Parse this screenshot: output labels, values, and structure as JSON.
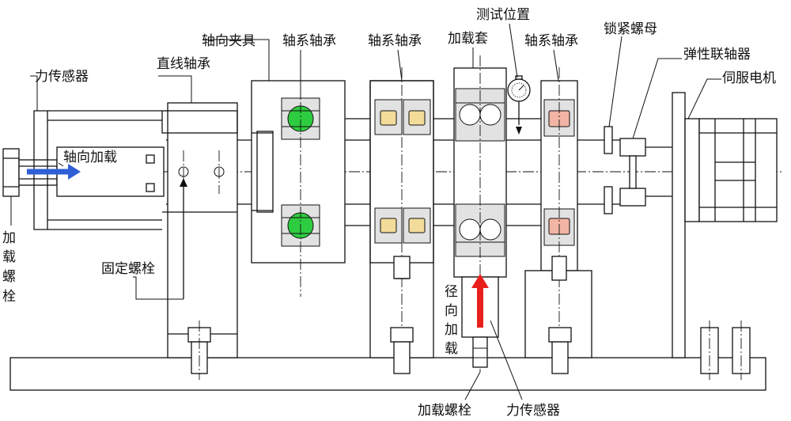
{
  "labels": {
    "force_sensor_top": "力传感器",
    "linear_bearing": "直线轴承",
    "axial_clamp": "轴向夹具",
    "bearing_a": "轴系轴承",
    "bearing_b": "轴系轴承",
    "loading_sleeve": "加载套",
    "test_position": "测试位置",
    "bearing_c": "轴系轴承",
    "lock_nut": "锁紧螺母",
    "elastic_coupling": "弹性联轴器",
    "servo_motor": "伺服电机",
    "axial_loading": "轴向加载",
    "fixing_bolt": "固定螺栓",
    "loading_bolt_vertical": [
      "加",
      "载",
      "螺",
      "栓"
    ],
    "radial_loading": [
      "径",
      "向",
      "加",
      "载"
    ],
    "loading_bolt_bottom": "加载螺栓",
    "force_sensor_bottom": "力传感器"
  },
  "colors": {
    "axial_arrow": "#2f5fd6",
    "radial_arrow": "#e8201c",
    "ball_green": "#2ecc40",
    "roller_yellow": "#f3dc9a",
    "roller_pink": "#f2b4a4",
    "bearing_gray": "#e2e2e2"
  },
  "icons": [
    "dial-gauge-icon",
    "axial-arrow-icon",
    "radial-arrow-icon"
  ]
}
